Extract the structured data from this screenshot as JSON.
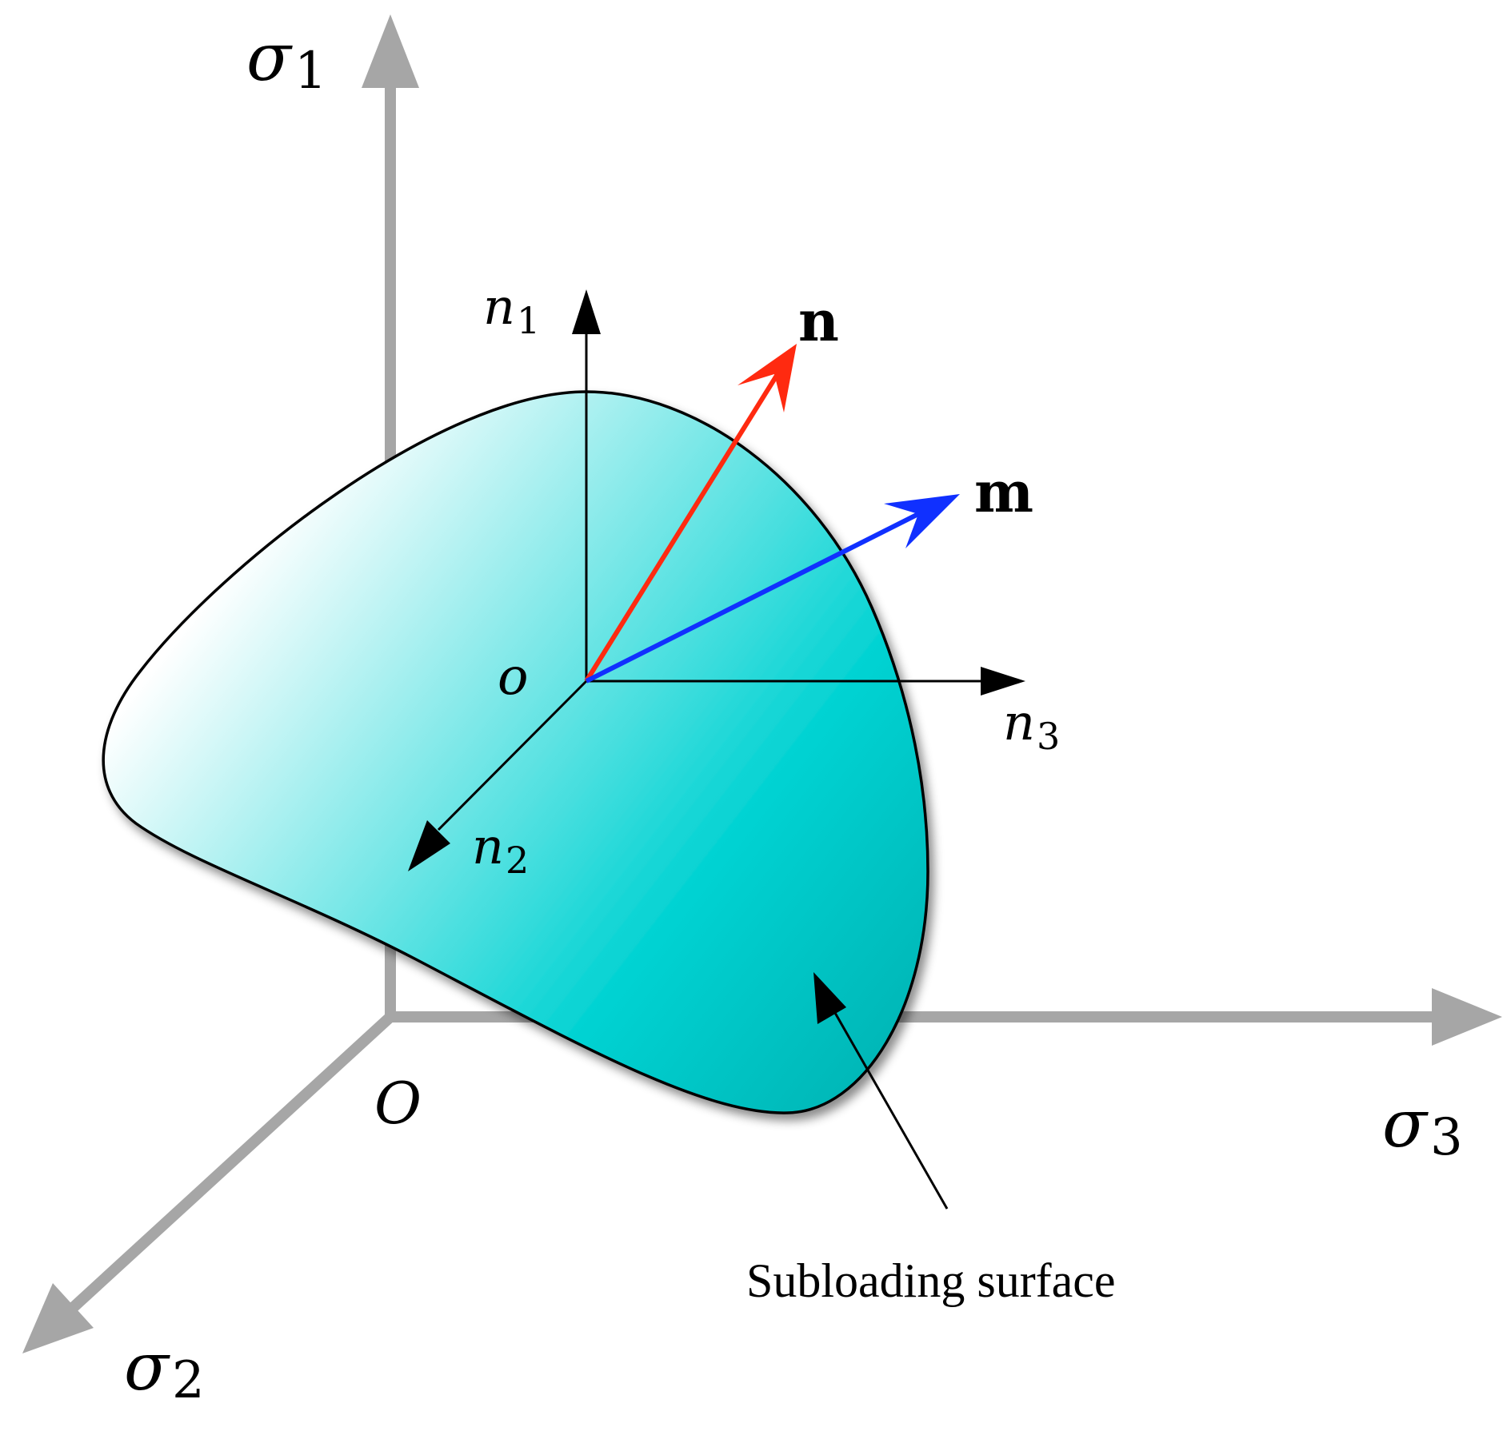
{
  "axes": {
    "sigma1": {
      "symbol": "σ",
      "sub": "1"
    },
    "sigma2": {
      "symbol": "σ",
      "sub": "2"
    },
    "sigma3": {
      "symbol": "σ",
      "sub": "3"
    },
    "origin": "O"
  },
  "surface": {
    "center": "o",
    "label": "Subloading surface"
  },
  "local_axes": {
    "n1": {
      "symbol": "n",
      "sub": "1"
    },
    "n2": {
      "symbol": "n",
      "sub": "2"
    },
    "n3": {
      "symbol": "n",
      "sub": "3"
    }
  },
  "vectors": {
    "n": {
      "label": "n",
      "color": "#ff2a10"
    },
    "m": {
      "label": "m",
      "color": "#1030ff"
    }
  },
  "colors": {
    "axis": "#a6a6a6",
    "surface_light": "#ffffff",
    "surface_mid": "#00d2d2",
    "surface_dark": "#00b8b8",
    "outline": "#000000"
  }
}
